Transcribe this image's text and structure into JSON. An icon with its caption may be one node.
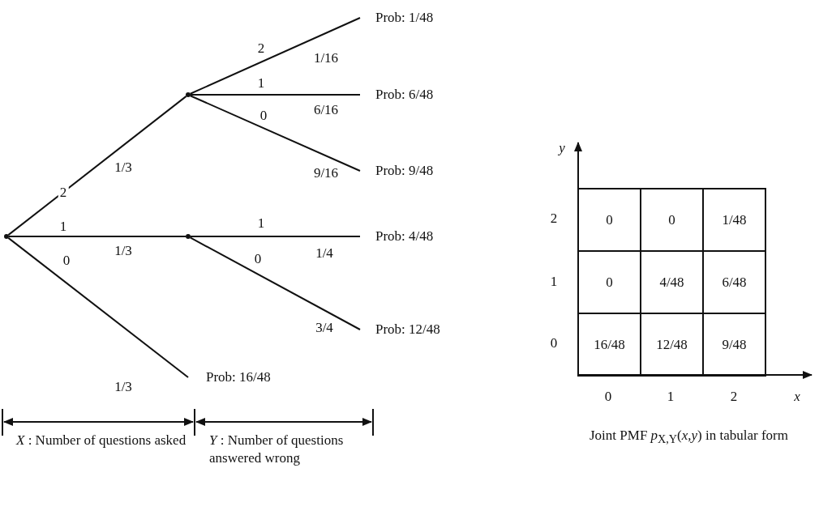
{
  "diagram": {
    "nodes": [
      {
        "text": [],
        "shape": "point"
      },
      {
        "text": [],
        "shape": "point"
      },
      {
        "text": [],
        "shape": "point"
      },
      {
        "text": [
          "Prob: 1/48"
        ]
      },
      {
        "text": [
          "Prob: 6/48"
        ]
      },
      {
        "text": [
          "Prob: 9/48"
        ]
      },
      {
        "text": [
          "Prob: 4/48"
        ]
      },
      {
        "text": [
          "Prob: 12/48"
        ]
      },
      {
        "text": [
          "Prob: 16/48"
        ]
      }
    ],
    "edges": [
      {
        "from": 0,
        "to": 1,
        "arrow": "none",
        "label": "2"
      },
      {
        "from": 0,
        "to": 2,
        "arrow": "none",
        "label": "1"
      },
      {
        "from": 0,
        "to": 8,
        "arrow": "none",
        "label": "0"
      },
      {
        "from": 1,
        "to": 3,
        "arrow": "none",
        "label": "2"
      },
      {
        "from": 1,
        "to": 4,
        "arrow": "none",
        "label": "1"
      },
      {
        "from": 1,
        "to": 5,
        "arrow": "none",
        "label": "0"
      },
      {
        "from": 2,
        "to": 6,
        "arrow": "none",
        "label": "1"
      },
      {
        "from": 2,
        "to": 7,
        "arrow": "none",
        "label": "0"
      }
    ],
    "labels": [
      "1/16",
      "6/16",
      "1/3",
      "9/16",
      "1/3",
      "1/4",
      "3/4",
      "1/3",
      "y",
      "2",
      "0",
      "0",
      "1/48",
      "1",
      "0",
      "4/48",
      "6/48",
      "0",
      "16/48",
      "12/48",
      "9/48",
      "0",
      "1",
      "2",
      "x",
      "*X* : Number of questions asked",
      "*Y* : Number of questions answered wrong",
      "Joint PMF *p*$_{X,Y}$(*x*,*y*) in tabular form"
    ]
  }
}
